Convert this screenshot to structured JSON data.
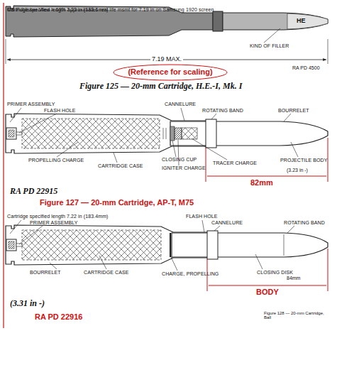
{
  "diagram": {
    "labels": [
      "HE",
      "KIND OF FILLER",
      "7.19 MAX.",
      "(Reference for scaling)",
      "RA PD 4500",
      "Figure 125 — 20-mm Cartridge, H.E.-I, Mk. I",
      "PRIMER ASSEMBLY",
      "FLASH HOLE",
      "CANNELURE",
      "ROTATING BAND",
      "BOURRELET",
      "PROPELLING CHARGE",
      "CARTRIDGE CASE",
      "CLOSING CUP",
      "IGNITER CHARGE",
      "TRACER CHARGE",
      "PROJECTILE BODY",
      "82mm",
      "(3.23 in -)",
      "RA PD 22915",
      "Figure 127 — 20-mm Cartridge, AP-T, M75",
      "Cartridge specified length 7.22 in (183.4mm)",
      "PRIMER ASSEMBLY",
      "FLASH HOLE",
      "CANNELURE",
      "ROTATING BAND",
      "BOURRELET",
      "CARTRIDGE CASE",
      "CHARGE, PROPELLING",
      "CLOSING DISK",
      "BODY",
      "84mm",
      "(3.31 in -)",
      "RA PD 22916",
      "Figure 128 — 20-mm Cartridge, Ball",
      "Cartridge specified length 7.23 in (183.6mm)",
      "MS Publisher View = 69% approximates real life msmt for 7.19 in on Samsung 1920 screen"
    ]
  }
}
